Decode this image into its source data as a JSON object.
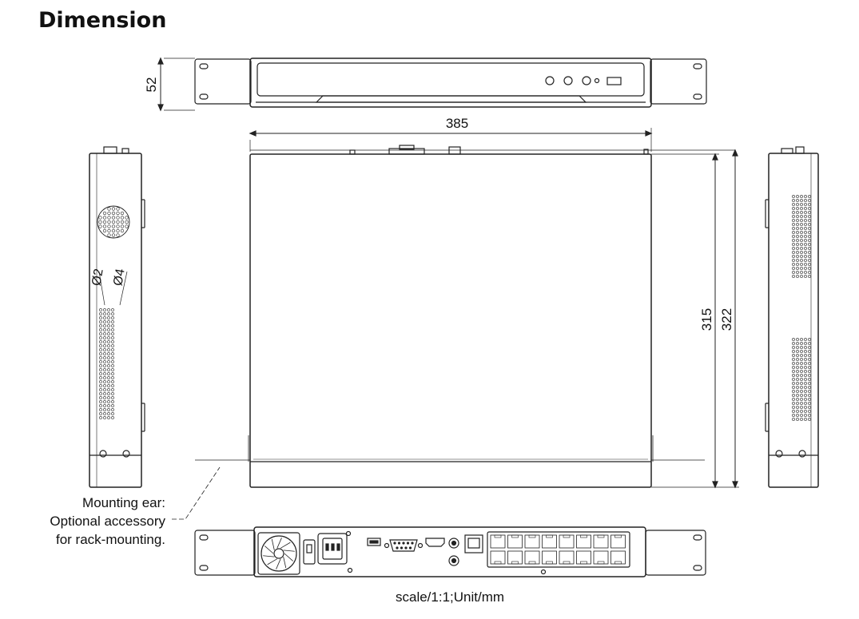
{
  "title": "Dimension",
  "dimensions": {
    "height": "52",
    "width": "385",
    "depth_body": "315",
    "depth_total": "322",
    "hole_small": "Ø2",
    "hole_large": "Ø4"
  },
  "callout": {
    "line1": "Mounting ear:",
    "line2": "Optional accessory",
    "line3": "for rack-mounting."
  },
  "footer": "scale/1:1;Unit/mm"
}
